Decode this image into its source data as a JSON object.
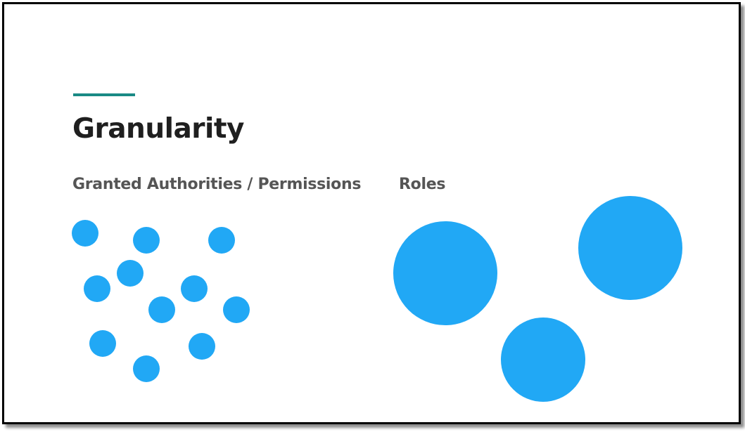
{
  "slide": {
    "title": "Granularity",
    "accent_color": "#1a8a85",
    "circle_color": "#21a8f5"
  },
  "columns": {
    "permissions_heading": "Granted Authorities / Permissions",
    "roles_heading": "Roles"
  }
}
